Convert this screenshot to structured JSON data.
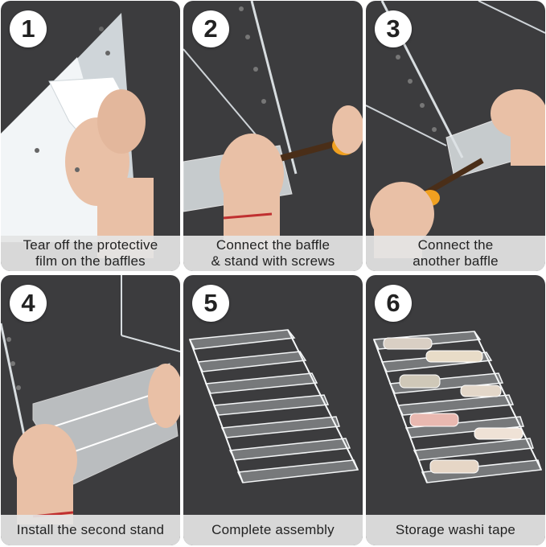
{
  "steps": [
    {
      "number": "1",
      "caption": "Tear off the protective\nfilm on the baffles"
    },
    {
      "number": "2",
      "caption": "Connect the baffle\n& stand with screws"
    },
    {
      "number": "3",
      "caption": "Connect the\nanother baffle"
    },
    {
      "number": "4",
      "caption": "Install the second stand"
    },
    {
      "number": "5",
      "caption": "Complete assembly"
    },
    {
      "number": "6",
      "caption": "Storage washi tape"
    }
  ],
  "colors": {
    "panel_background": "#3c3c3e",
    "caption_background": "#e4e4e4",
    "badge_background": "#ffffff",
    "screwdriver_handle": "#f0a020",
    "skin": "#e9c0a6"
  }
}
